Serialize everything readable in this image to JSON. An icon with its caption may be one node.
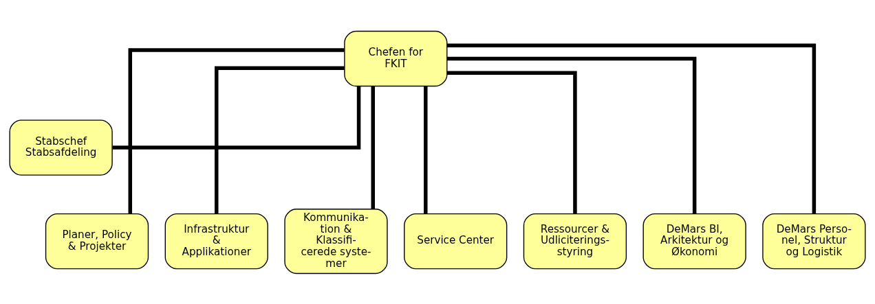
{
  "diagram": {
    "nodes": [
      {
        "text": [
          "Chefen for FKIT"
        ]
      },
      {
        "text": [
          "Stabschef Stabsafdeling"
        ]
      },
      {
        "text": [
          "Planer, Policy & Projekter"
        ]
      },
      {
        "text": [
          "Infrastruktur & Applikationer"
        ]
      },
      {
        "text": [
          "Kommunika- tion & Klassifi- cerede syste- mer"
        ]
      },
      {
        "text": [
          "Service Center"
        ]
      },
      {
        "text": [
          "Ressourcer & Udliciterings- styring"
        ]
      },
      {
        "text": [
          "DeMars BI, Arkitektur og Økonomi"
        ]
      },
      {
        "text": [
          "DeMars Perso- nel, Struktur og Logistik"
        ]
      }
    ],
    "edges": [
      {
        "from": 0,
        "to": 1,
        "arrow": "none"
      },
      {
        "from": 0,
        "to": 2,
        "arrow": "none"
      },
      {
        "from": 0,
        "to": 3,
        "arrow": "none"
      },
      {
        "from": 0,
        "to": 4,
        "arrow": "none"
      },
      {
        "from": 0,
        "to": 5,
        "arrow": "none"
      },
      {
        "from": 0,
        "to": 6,
        "arrow": "none"
      },
      {
        "from": 0,
        "to": 7,
        "arrow": "none"
      },
      {
        "from": 0,
        "to": 8,
        "arrow": "none"
      }
    ]
  }
}
